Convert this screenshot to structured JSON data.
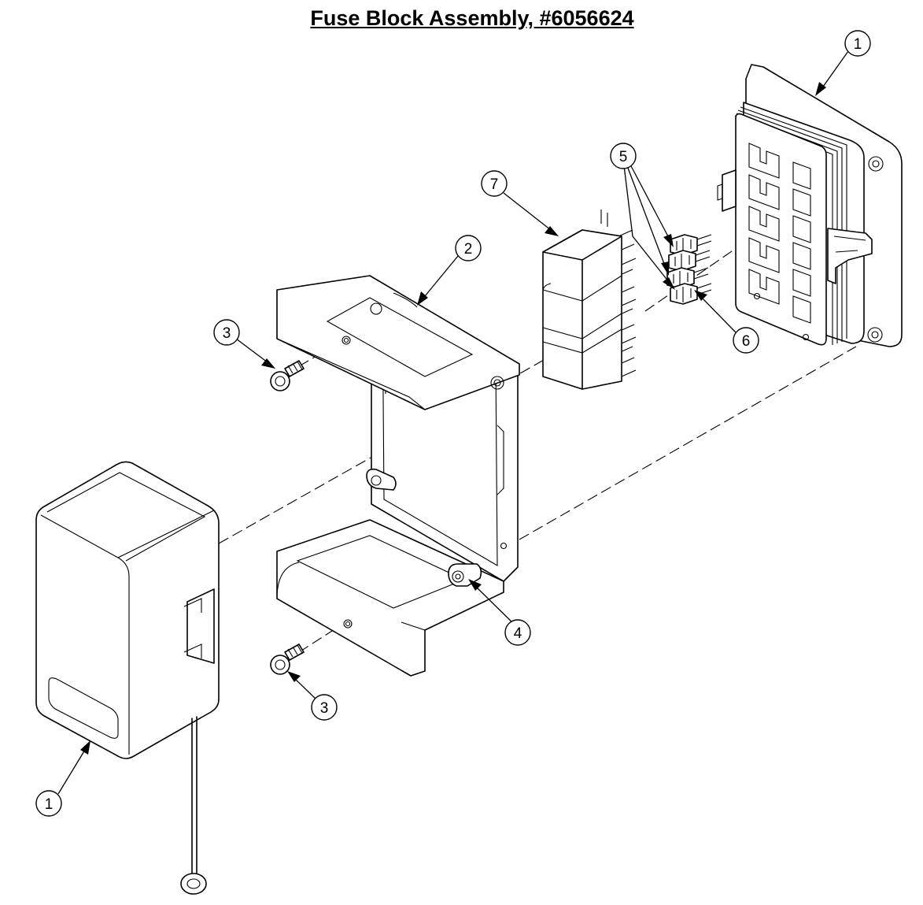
{
  "title": "Fuse Block Assembly, #6056624",
  "callouts": {
    "c1_top": "1",
    "c2": "2",
    "c3_top": "3",
    "c4": "4",
    "c3_bottom": "3",
    "c5": "5",
    "c6": "6",
    "c7": "7",
    "c1_bottom": "1"
  }
}
